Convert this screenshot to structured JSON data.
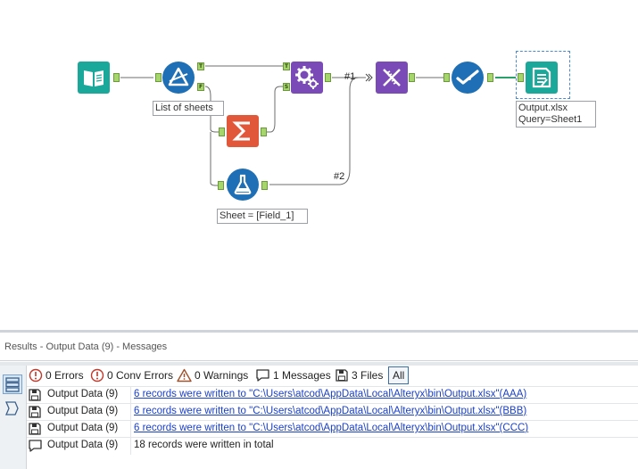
{
  "canvas": {
    "tools": [
      {
        "name": "input-data-tool",
        "icon": "book-icon",
        "color": "#1aa89a"
      },
      {
        "name": "filter-tool",
        "icon": "filter-triangle-icon",
        "color": "#1e6fb5",
        "anchor_true": "T",
        "anchor_false": "F"
      },
      {
        "name": "append-fields-tool",
        "icon": "gears-icon",
        "color": "#7a4ab6",
        "anchor_target": "T",
        "anchor_source": "S"
      },
      {
        "name": "summarize-tool",
        "icon": "sigma-icon",
        "color": "#e0573a"
      },
      {
        "name": "formula-tool",
        "icon": "flask-icon",
        "color": "#1e6fb5"
      },
      {
        "name": "dynamic-input-tool",
        "icon": "dna-icon",
        "color": "#7a4ab6"
      },
      {
        "name": "select-tool",
        "icon": "checkmark-icon",
        "color": "#1e6fb5"
      },
      {
        "name": "output-data-tool",
        "icon": "document-icon",
        "color": "#1aa89a"
      }
    ],
    "annotations": {
      "filter": "List of sheets",
      "formula": "Sheet = [Field_1]",
      "output_line1": "Output.xlsx",
      "output_line2": "Query=Sheet1"
    },
    "connection_labels": {
      "one": "#1",
      "two": "#2"
    }
  },
  "results": {
    "title": "Results - Output Data (9) - Messages",
    "filters": {
      "errors": "0 Errors",
      "conv_errors": "0 Conv Errors",
      "warnings": "0 Warnings",
      "messages": "1 Messages",
      "files": "3 Files",
      "all": "All"
    },
    "rows": [
      {
        "icon": "save-icon",
        "tool": "Output Data (9)",
        "message": "6 records were written to \"C:\\Users\\atcod\\AppData\\Local\\Alteryx\\bin\\Output.xlsx\"(AAA)",
        "link": true
      },
      {
        "icon": "save-icon",
        "tool": "Output Data (9)",
        "message": "6 records were written to \"C:\\Users\\atcod\\AppData\\Local\\Alteryx\\bin\\Output.xlsx\"(BBB)",
        "link": true
      },
      {
        "icon": "save-icon",
        "tool": "Output Data (9)",
        "message": "6 records were written to \"C:\\Users\\atcod\\AppData\\Local\\Alteryx\\bin\\Output.xlsx\"(CCC)",
        "link": true
      },
      {
        "icon": "message-icon",
        "tool": "Output Data (9)",
        "message": "18 records were written in total",
        "link": false
      }
    ]
  }
}
